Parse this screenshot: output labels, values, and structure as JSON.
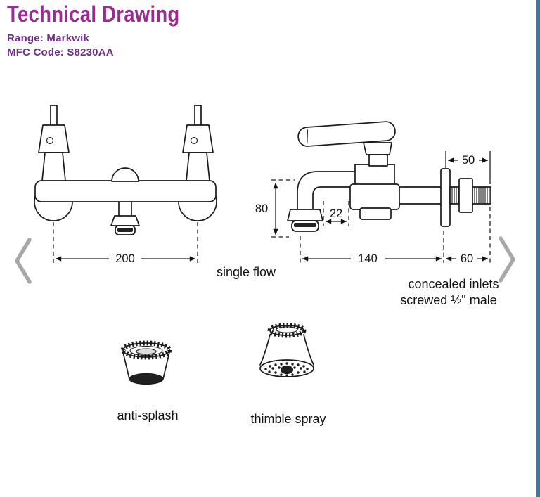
{
  "header": {
    "title": "Technical Drawing",
    "range_label": "Range:",
    "range_value": "Markwik",
    "mfc_label": "MFC Code:",
    "mfc_value": "S8230AA"
  },
  "drawing": {
    "front_view": {
      "width_dim": "200"
    },
    "side_view": {
      "height_dim": "80",
      "offset_dim": "22",
      "length_dim": "140",
      "inlet_dim": "60",
      "thread_dim": "50",
      "flow_label": "single flow",
      "inlet_note_line1": "concealed inlets",
      "inlet_note_line2": "screwed ½\" male"
    },
    "accessories": {
      "anti_splash_label": "anti-splash",
      "thimble_spray_label": "thimble spray"
    }
  },
  "carousel": {
    "prev_icon": "chevron-left",
    "next_icon": "chevron-right"
  },
  "colors": {
    "accent_magenta": "#9c2b90",
    "meta_purple": "#702d8a",
    "edge_strip_blue": "#2e7bad",
    "nav_gray": "#a8a8a8",
    "line": "#1a1a1a"
  }
}
